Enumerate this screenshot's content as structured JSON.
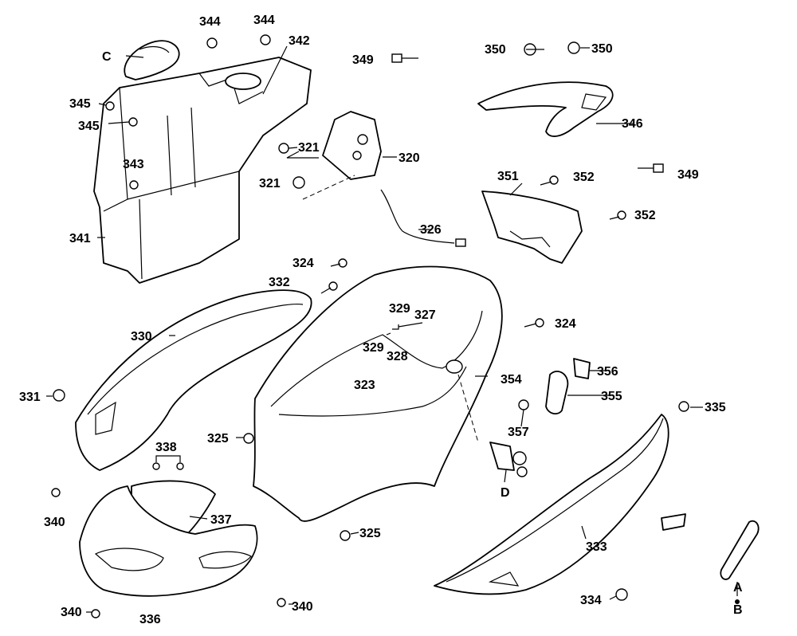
{
  "diagram": {
    "callouts": [
      {
        "id": "a1",
        "text": "344"
      },
      {
        "id": "a2",
        "text": "344"
      },
      {
        "id": "a3",
        "text": "342"
      },
      {
        "id": "a4",
        "text": "C"
      },
      {
        "id": "a5",
        "text": "345"
      },
      {
        "id": "a6",
        "text": "345"
      },
      {
        "id": "a7",
        "text": "343"
      },
      {
        "id": "a8",
        "text": "341"
      },
      {
        "id": "a9",
        "text": "349"
      },
      {
        "id": "a10",
        "text": "321"
      },
      {
        "id": "a11",
        "text": "321"
      },
      {
        "id": "a12",
        "text": "320"
      },
      {
        "id": "a13",
        "text": "326"
      },
      {
        "id": "a14",
        "text": "350"
      },
      {
        "id": "a15",
        "text": "350"
      },
      {
        "id": "a16",
        "text": "346"
      },
      {
        "id": "a17",
        "text": "351"
      },
      {
        "id": "a18",
        "text": "352"
      },
      {
        "id": "a19",
        "text": "352"
      },
      {
        "id": "a20",
        "text": "349"
      },
      {
        "id": "a21",
        "text": "324"
      },
      {
        "id": "a22",
        "text": "324"
      },
      {
        "id": "a23",
        "text": "332"
      },
      {
        "id": "a24",
        "text": "330"
      },
      {
        "id": "a25",
        "text": "329"
      },
      {
        "id": "a26",
        "text": "327"
      },
      {
        "id": "a27",
        "text": "329"
      },
      {
        "id": "a28",
        "text": "328"
      },
      {
        "id": "a29",
        "text": "323"
      },
      {
        "id": "a30",
        "text": "354"
      },
      {
        "id": "a31",
        "text": "356"
      },
      {
        "id": "a32",
        "text": "355"
      },
      {
        "id": "a33",
        "text": "357"
      },
      {
        "id": "a34",
        "text": "335"
      },
      {
        "id": "a35",
        "text": "331"
      },
      {
        "id": "a36",
        "text": "325"
      },
      {
        "id": "a37",
        "text": "325"
      },
      {
        "id": "a38",
        "text": "338"
      },
      {
        "id": "a39",
        "text": "337"
      },
      {
        "id": "a40",
        "text": "340"
      },
      {
        "id": "a41",
        "text": "340"
      },
      {
        "id": "a42",
        "text": "340"
      },
      {
        "id": "a43",
        "text": "D"
      },
      {
        "id": "a44",
        "text": "333"
      },
      {
        "id": "a45",
        "text": "336"
      },
      {
        "id": "a46",
        "text": "334"
      },
      {
        "id": "a47",
        "text": "A"
      },
      {
        "id": "a48",
        "text": "B"
      }
    ]
  }
}
